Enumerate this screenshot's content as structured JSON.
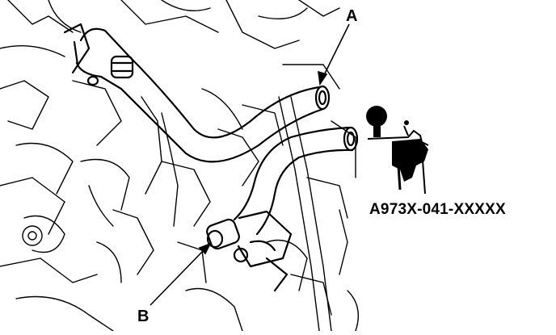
{
  "callouts": {
    "a": "A",
    "b": "B"
  },
  "tool": {
    "part_number": "A973X-041-XXXXX",
    "icon": "vacuum-pump-gauge-icon"
  },
  "colors": {
    "ink": "#000000",
    "paper": "#ffffff"
  }
}
